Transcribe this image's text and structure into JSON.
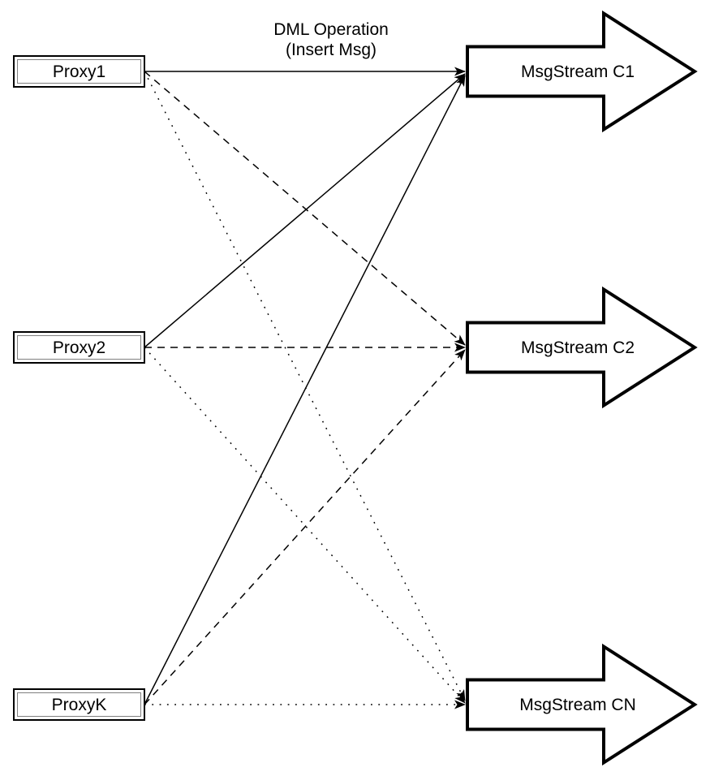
{
  "diagram": {
    "title": {
      "line1": "DML Operation",
      "line2": "(Insert Msg)"
    },
    "proxies": [
      {
        "label": "Proxy1"
      },
      {
        "label": "Proxy2"
      },
      {
        "label": "ProxyK"
      }
    ],
    "streams": [
      {
        "label": "MsgStream C1"
      },
      {
        "label": "MsgStream C2"
      },
      {
        "label": "MsgStream CN"
      }
    ],
    "edges": [
      {
        "from": "Proxy1",
        "to": "MsgStream C1",
        "style": "solid"
      },
      {
        "from": "Proxy2",
        "to": "MsgStream C1",
        "style": "solid"
      },
      {
        "from": "ProxyK",
        "to": "MsgStream C1",
        "style": "solid"
      },
      {
        "from": "Proxy1",
        "to": "MsgStream C2",
        "style": "dashed"
      },
      {
        "from": "Proxy2",
        "to": "MsgStream C2",
        "style": "dashed"
      },
      {
        "from": "ProxyK",
        "to": "MsgStream C2",
        "style": "dashed"
      },
      {
        "from": "Proxy1",
        "to": "MsgStream CN",
        "style": "dotted"
      },
      {
        "from": "Proxy2",
        "to": "MsgStream CN",
        "style": "dotted"
      },
      {
        "from": "ProxyK",
        "to": "MsgStream CN",
        "style": "dotted"
      }
    ],
    "colors": {
      "stroke": "#000000",
      "fill": "#ffffff",
      "inner_border": "#808080",
      "background": "#ffffff"
    }
  }
}
